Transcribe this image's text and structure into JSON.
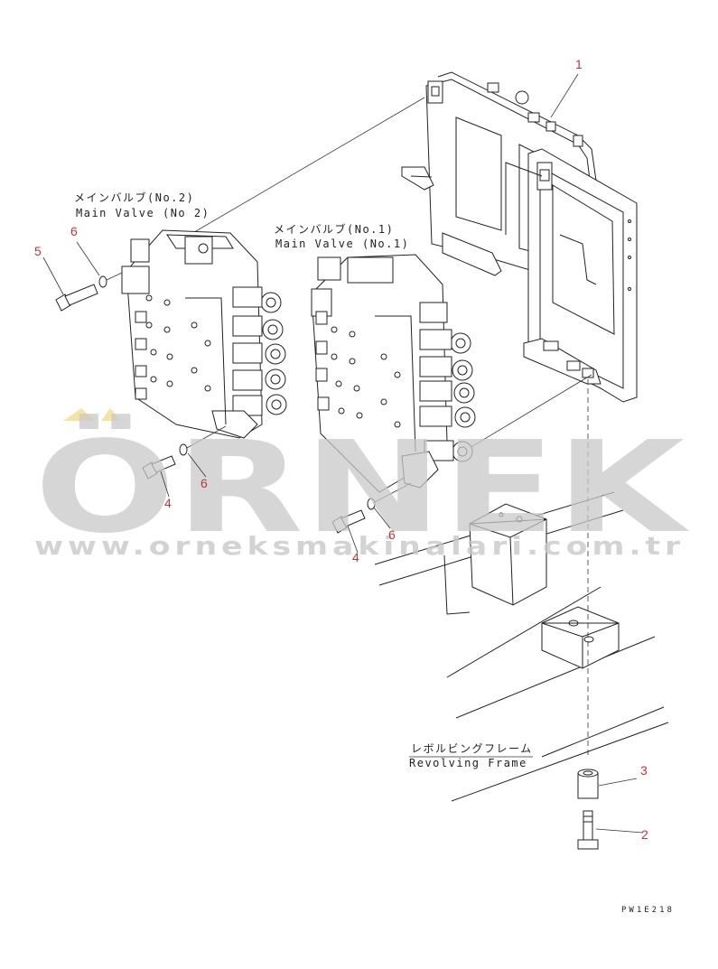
{
  "callouts": [
    {
      "id": "1",
      "text": "1"
    },
    {
      "id": "2",
      "text": "2"
    },
    {
      "id": "3",
      "text": "3"
    },
    {
      "id": "4a",
      "text": "4"
    },
    {
      "id": "4b",
      "text": "4"
    },
    {
      "id": "5",
      "text": "5"
    },
    {
      "id": "6a",
      "text": "6"
    },
    {
      "id": "6b",
      "text": "6"
    },
    {
      "id": "6c",
      "text": "6"
    }
  ],
  "labels": {
    "main_valve_2_jp": "メインバルブ(No.2)",
    "main_valve_2_en": "Main Valve (No 2)",
    "main_valve_1_jp": "メインバルブ(No.1)",
    "main_valve_1_en": "Main Valve (No.1)",
    "revolving_frame_jp": "レボルビングフレーム",
    "revolving_frame_en": "Revolving Frame"
  },
  "drawing_code": "PW1E218",
  "watermark": {
    "brand": "ÖRNEK",
    "url": "www.orneksmakinalari.com.tr"
  },
  "colors": {
    "callout": "#c8323c",
    "line": "#222222",
    "watermark": "#c9c9c9",
    "watermark_accent": "#f2dc8c"
  }
}
